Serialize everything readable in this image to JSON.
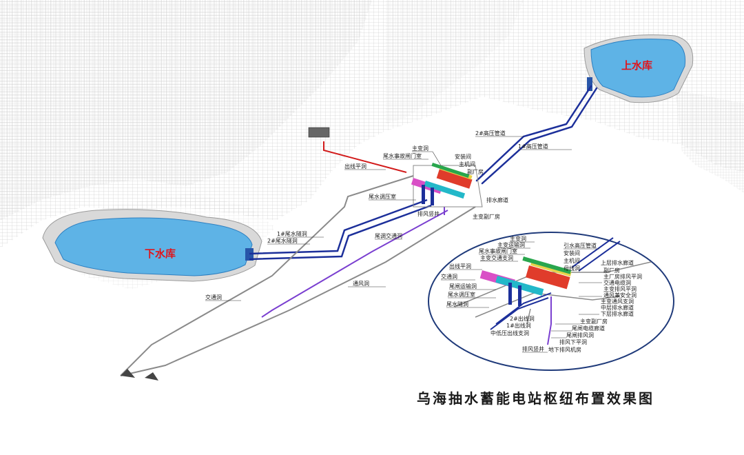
{
  "title": "乌海抽水蓄能电站枢纽布置效果图",
  "reservoirs": {
    "upper": "上水库",
    "lower": "下水库"
  },
  "labels": {
    "main_diagram": {
      "hp_pipe_2": "2#高压管道",
      "hp_pipe_1": "1#高压管道",
      "main_transformer_cavern": "主变洞",
      "tailrace_gate_room": "尾水事故闸门室",
      "assembly_bay": "安装间",
      "main_powerhouse": "主机间",
      "aux_powerhouse": "副厂房",
      "outlet_tunnel": "出线平洞",
      "tailrace_surge_chamber": "尾水调压室",
      "drainage_gallery": "排水廊道",
      "vent_shaft": "排风竖井",
      "main_transformer_aux": "主变副厂房",
      "tailrace_tunnel_1": "1#尾水隧洞",
      "tailrace_tunnel_2": "2#尾水隧洞",
      "tail_gate_access": "尾调交通洞",
      "ventilation_tunnel": "通风洞",
      "access_tunnel": "交通洞"
    },
    "inset": {
      "main_transformer_cavern": "主变洞",
      "main_transformer_transport": "主变运输洞",
      "tailrace_gate_room": "尾水事故闸门室",
      "main_transformer_access_branch": "主变交通支洞",
      "outlet_tunnel": "出线平洞",
      "access_tunnel": "交通洞",
      "tail_gate_transport": "尾闸运输洞",
      "tailrace_surge_chamber": "尾水调压室",
      "tailrace_tunnel": "尾水隧洞",
      "outlet_shaft_2": "2#出线洞",
      "outlet_shaft_1": "1#出线洞",
      "mlv_outlet_branch": "中低压出线支洞",
      "vent_shaft": "排风竖井",
      "hp_intake_pipe": "引水高压管道",
      "assembly_bay": "安装间",
      "main_powerhouse": "主机间",
      "busbar_cavern": "母线洞",
      "upper_drainage_gallery": "上层排水廊道",
      "aux_powerhouse": "副厂房",
      "powerhouse_exhaust_tunnel": "主厂房排风平洞",
      "traffic_cable_gallery": "交通电缆洞",
      "main_transformer_exhaust": "主变排风平洞",
      "vent_safety_tunnel": "通风兼安全洞",
      "main_transformer_vent_branch": "主变通风支洞",
      "middle_drainage_gallery": "中层排水廊道",
      "lower_drainage_gallery": "下层排水廊道",
      "main_transformer_aux": "主变副厂房",
      "tail_gate_cable_gallery": "尾闸电缆廊道",
      "tail_gate_exhaust_shaft": "尾闸排风洞",
      "exhaust_lower_tunnel": "排风下平洞",
      "underground_fan_room": "地下排风机房"
    }
  },
  "colors": {
    "water": "#5eb3e6",
    "water_edge": "#2d7fc0",
    "title_text": "#1a1a1a",
    "reservoir_text": "#e0141b",
    "pipe_blue": "#1c2f9a",
    "vent_purple": "#7a3fd0",
    "outlet_red": "#d21a1a",
    "terrain_gray": "#c9c9c9"
  }
}
